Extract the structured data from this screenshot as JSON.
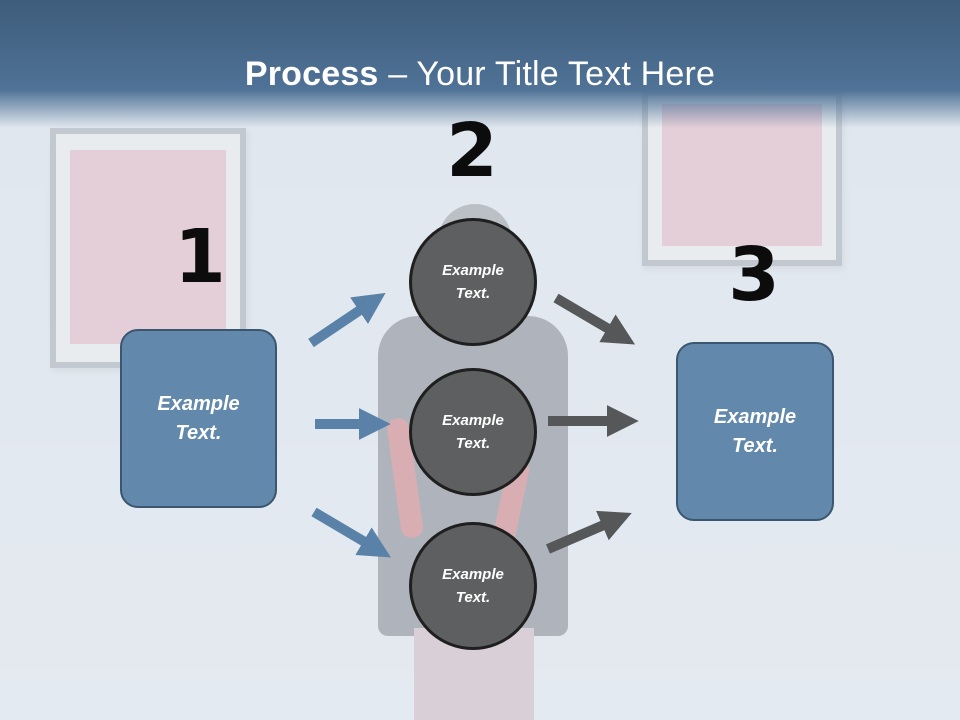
{
  "title": {
    "bold": "Process",
    "rest": " – Your Title Text Here"
  },
  "steps": {
    "one": "1",
    "two": "2",
    "three": "3"
  },
  "boxes": {
    "left": "Example Text.",
    "right": "Example Text."
  },
  "circles": {
    "top": "Example Text.",
    "middle": "Example Text.",
    "bottom": "Example Text."
  },
  "colors": {
    "box_fill": "#6288ab",
    "blue_arrow": "#5a82a8",
    "circle_fill": "#5e5f61",
    "gray_arrow": "#565759",
    "title_bar": "#4a6b8c"
  }
}
